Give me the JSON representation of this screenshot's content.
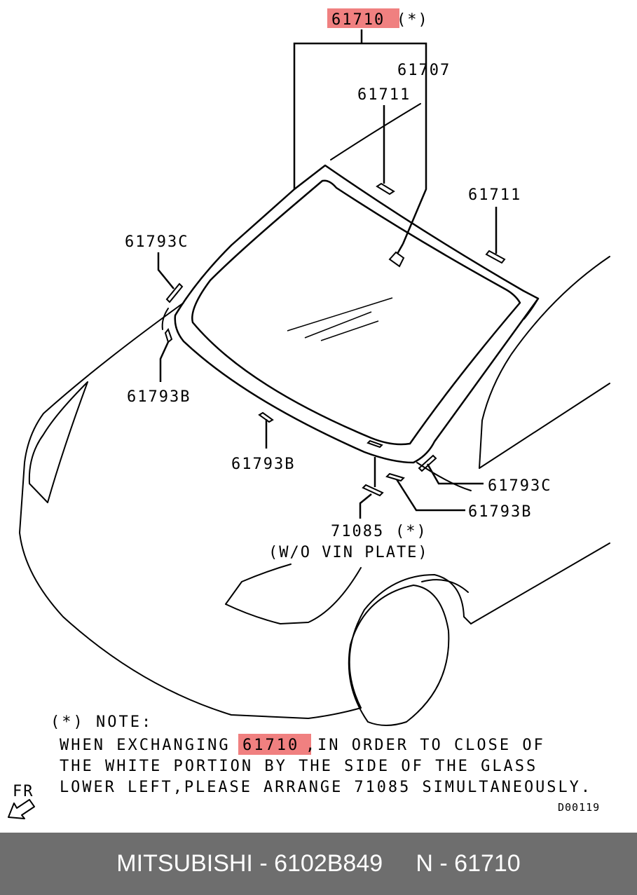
{
  "callouts": {
    "c61710": "61710",
    "c61710_star": "(*)",
    "c61707": "61707",
    "c61711_top": "61711",
    "c61711_right": "61711",
    "c61793c_left": "61793C",
    "c61793b_left": "61793B",
    "c61793b_bottom": "61793B",
    "c61793c_right": "61793C",
    "c61793b_right": "61793B",
    "c71085": "71085",
    "c71085_star": "(*)",
    "vin_plate": "(W/O VIN PLATE)"
  },
  "note": {
    "heading": "(*) NOTE:",
    "line1_prefix": "WHEN EXCHANGING",
    "line1_part": "61710",
    "line1_comma": ",",
    "line1_suffix": "IN ORDER TO CLOSE OF",
    "line2": "THE WHITE PORTION BY THE SIDE OF THE GLASS",
    "line3": "LOWER LEFT,PLEASE ARRANGE 71085 SIMULTANEOUSLY."
  },
  "direction_label": "FR",
  "diagram_code": "D00119",
  "footer": {
    "brand": "MITSUBISHI",
    "separator": " - ",
    "part_number": "6102B849",
    "gap": "     ",
    "n_label": "N - ",
    "n_value": "61710"
  },
  "colors": {
    "highlight": "#f08080",
    "footer_bg": "#6e6e6e"
  }
}
